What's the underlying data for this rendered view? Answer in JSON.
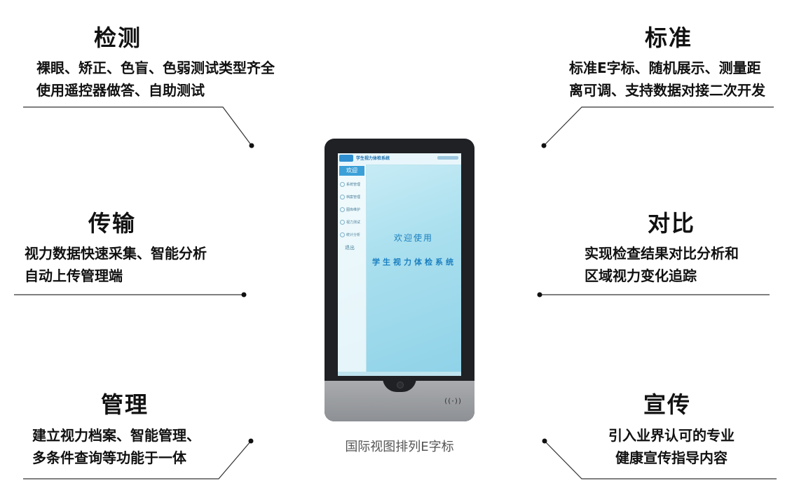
{
  "features": {
    "detect": {
      "title": "检测",
      "lines": [
        "裸眼、矫正、色盲、色弱测试类型齐全",
        "使用遥控器做答、自助测试"
      ]
    },
    "standard": {
      "title": "标准",
      "lines": [
        "标准E字标、随机展示、测量距",
        "离可调、支持数据对接二次开发"
      ]
    },
    "transfer": {
      "title": "传输",
      "lines": [
        "视力数据快速采集、智能分析",
        "自动上传管理端"
      ]
    },
    "compare": {
      "title": "对比",
      "lines": [
        "实现检查结果对比分析和",
        "区域视力变化追踪"
      ]
    },
    "manage": {
      "title": "管理",
      "lines": [
        "建立视力档案、智能管理、",
        "多条件查询等功能于一体"
      ]
    },
    "promote": {
      "title": "宣传",
      "lines": [
        "引入业界认可的专业",
        "健康宣传指导内容"
      ]
    }
  },
  "device": {
    "app_title": "学生视力体检系统",
    "menu_welcome": "欢迎",
    "menu_items": [
      "系统管理",
      "档案管理",
      "图库维护",
      "视力测试",
      "统计分析",
      "退出"
    ],
    "greeting": "欢迎使用",
    "system_name": "学生视力体检系统",
    "nfc_symbol": "((·))"
  },
  "caption": "国际视图排列E字标",
  "colors": {
    "accent": "#3ba0d8",
    "line": "#333333",
    "dot": "#111111"
  }
}
